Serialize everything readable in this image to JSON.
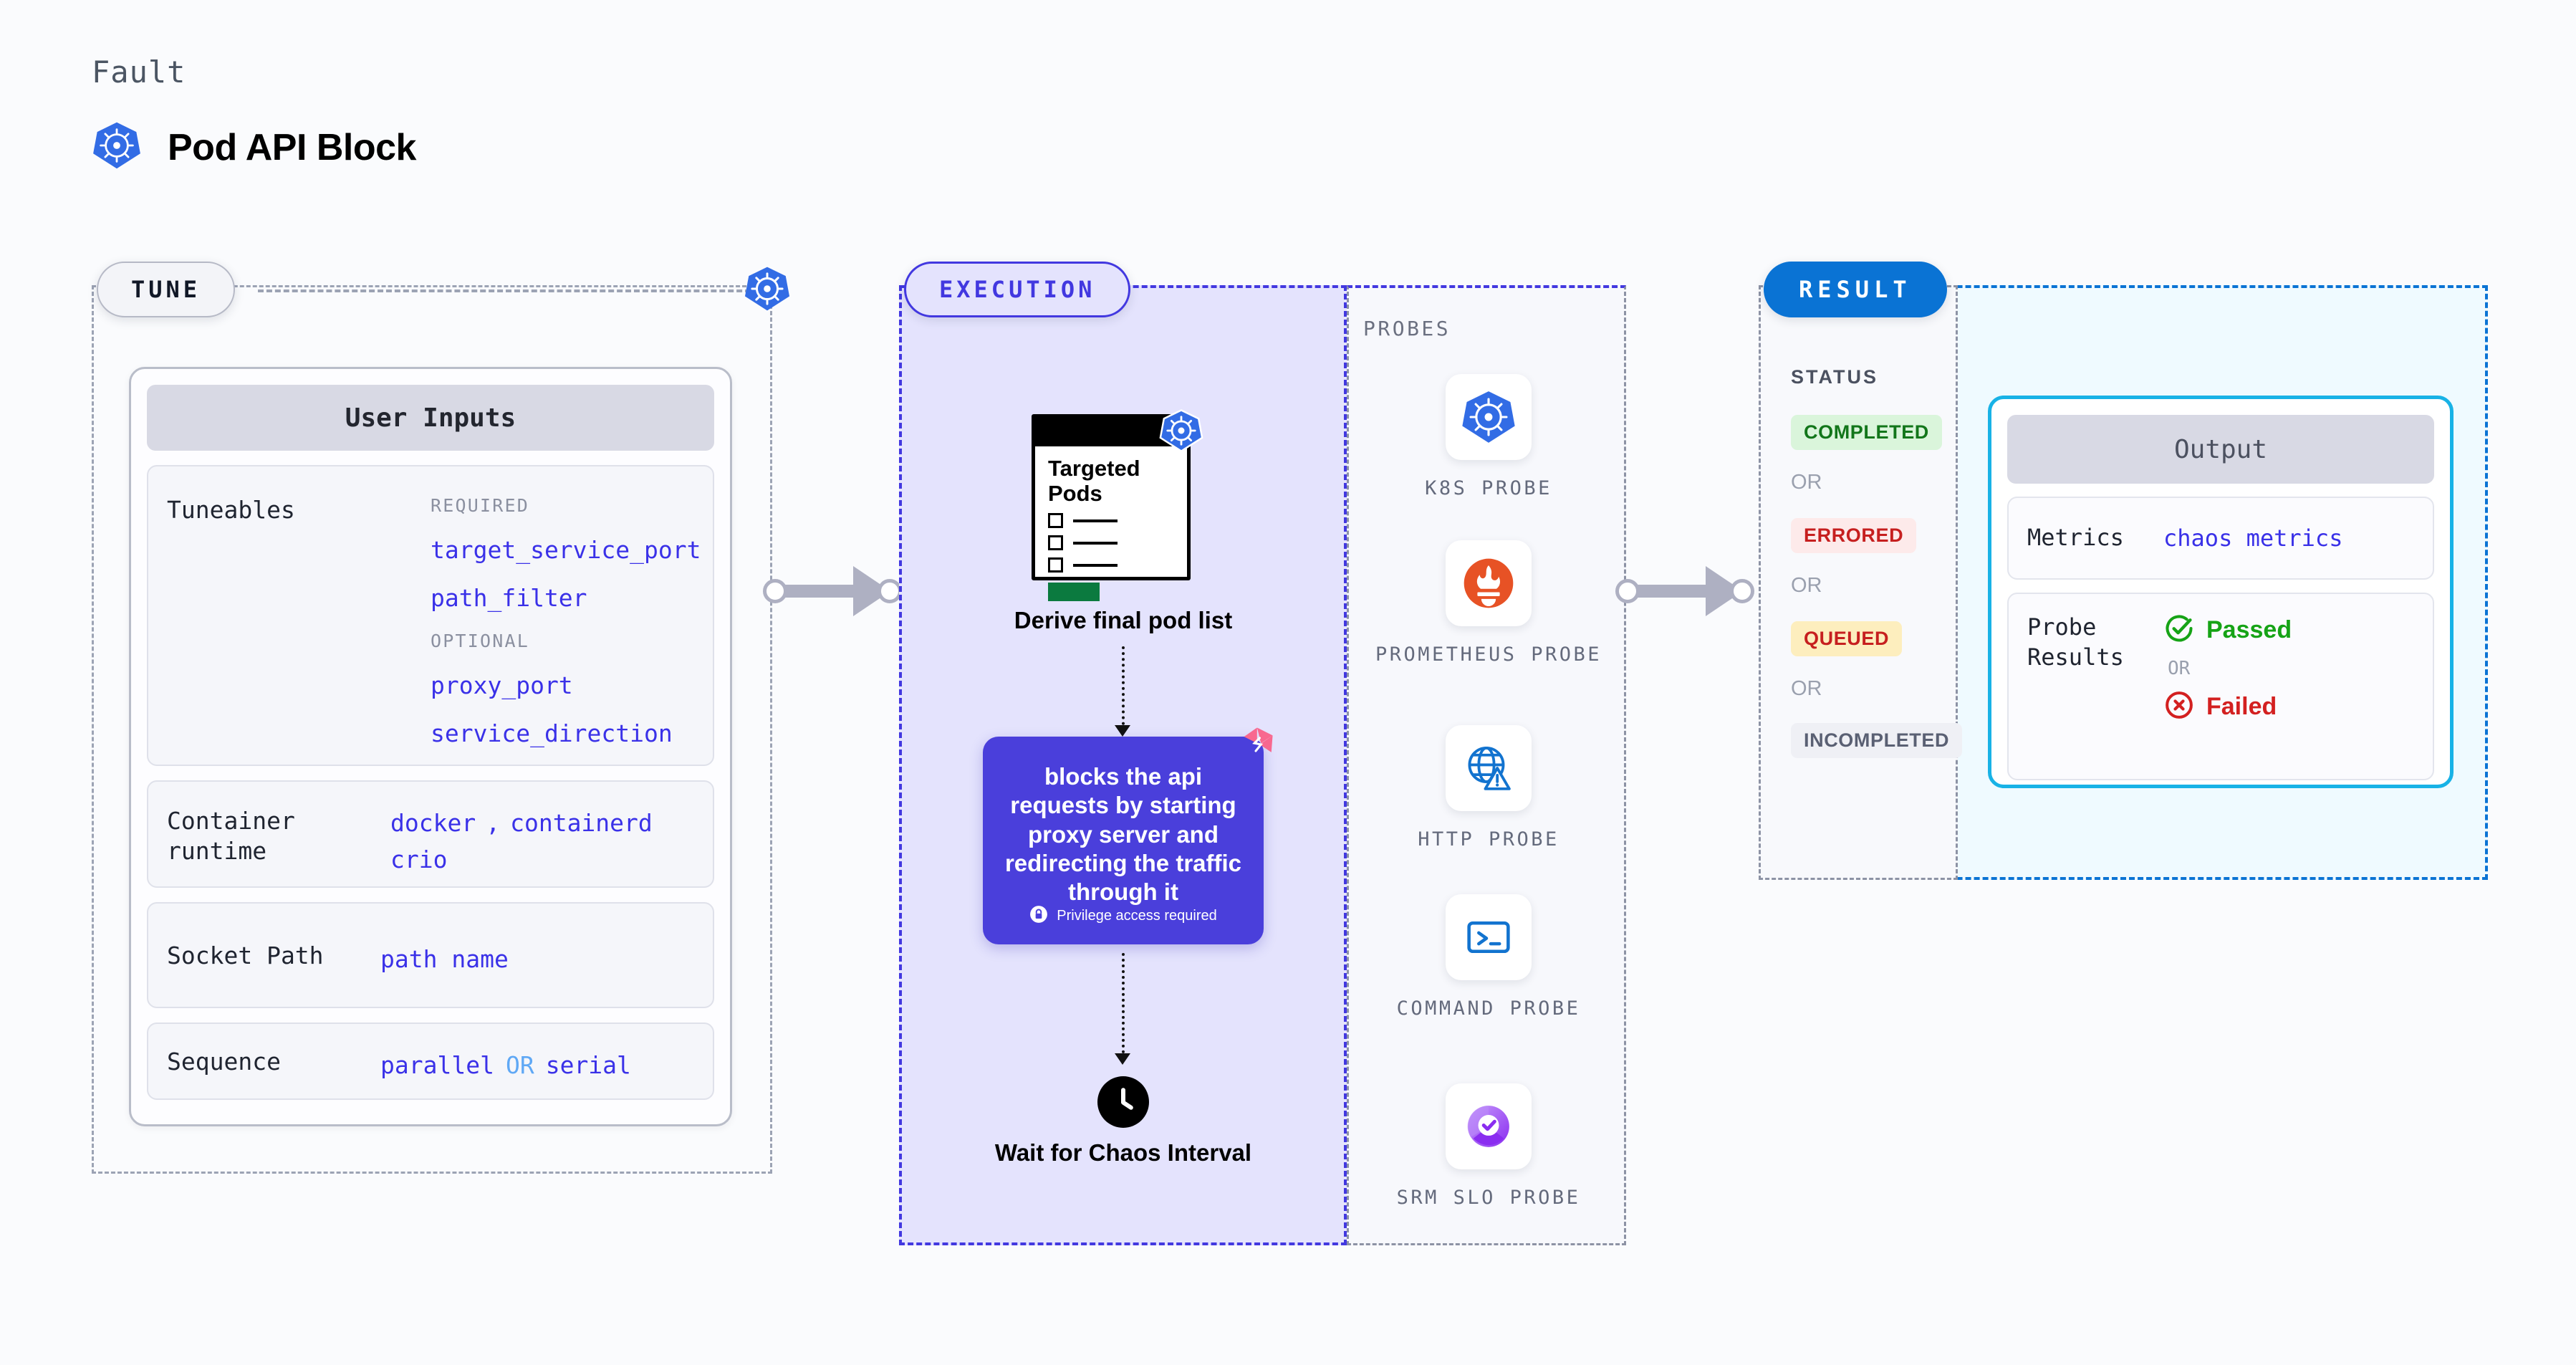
{
  "header": {
    "kicker": "Fault",
    "title": "Pod API Block",
    "logo_icon": "kubernetes-icon"
  },
  "tune": {
    "badge": "TUNE",
    "section_title": "User Inputs",
    "k8s_badge_icon": "kubernetes-icon",
    "tuneables": {
      "label": "Tuneables",
      "required_caption": "REQUIRED",
      "required": [
        "target_service_port",
        "path_filter"
      ],
      "optional_caption": "OPTIONAL",
      "optional": [
        "proxy_port",
        "service_direction"
      ]
    },
    "rows": [
      {
        "label": "Container runtime",
        "values": [
          "docker",
          ",",
          "containerd",
          "crio"
        ]
      },
      {
        "label": "Socket Path",
        "values": [
          "path name"
        ]
      },
      {
        "label": "Sequence",
        "values": [
          "parallel",
          "OR",
          "serial"
        ]
      }
    ]
  },
  "execution": {
    "badge": "EXECUTION",
    "pod_card": {
      "title": "Targeted Pods",
      "k8s_badge_icon": "kubernetes-icon",
      "checkbox_rows": 3
    },
    "derive_label": "Derive final pod list",
    "action_card": {
      "text": "blocks the api requests by starting proxy server and redirecting the traffic through it",
      "privilege_note": "Privilege access required",
      "privilege_icon": "lock-icon",
      "corner_logo_icon": "harness-icon"
    },
    "wait_node": {
      "icon": "clock-icon",
      "label": "Wait for Chaos Interval"
    }
  },
  "probes": {
    "title": "PROBES",
    "items": [
      {
        "label": "K8S PROBE",
        "icon": "kubernetes-icon"
      },
      {
        "label": "PROMETHEUS PROBE",
        "icon": "prometheus-icon"
      },
      {
        "label": "HTTP PROBE",
        "icon": "globe-warning-icon"
      },
      {
        "label": "COMMAND PROBE",
        "icon": "terminal-icon"
      },
      {
        "label": "SRM SLO PROBE",
        "icon": "slo-check-icon"
      }
    ]
  },
  "result": {
    "badge": "RESULT",
    "status_title": "STATUS",
    "or_label": "OR",
    "statuses": [
      {
        "label": "COMPLETED",
        "bg": "#daf5db",
        "fg": "#12761a"
      },
      {
        "label": "ERRORED",
        "bg": "#fdeaea",
        "fg": "#c61f1f"
      },
      {
        "label": "QUEUED",
        "bg": "#fdeebe",
        "fg": "#c61f1f"
      },
      {
        "label": "INCOMPLETED",
        "bg": "#eff0f5",
        "fg": "#5a6073"
      }
    ],
    "output": {
      "title": "Output",
      "metrics_label": "Metrics",
      "metrics_value": "chaos metrics",
      "probe_results_label": "Probe Results",
      "passed_label": "Passed",
      "passed_icon": "check-circle-icon",
      "or_label": "OR",
      "failed_label": "Failed",
      "failed_icon": "x-circle-icon"
    }
  },
  "colors": {
    "accent_purple": "#4238e0",
    "accent_blue": "#0a73d4",
    "accent_cyan": "#18b2e6",
    "k8s_blue": "#326ce5",
    "harness_pink": "#f8688f"
  }
}
